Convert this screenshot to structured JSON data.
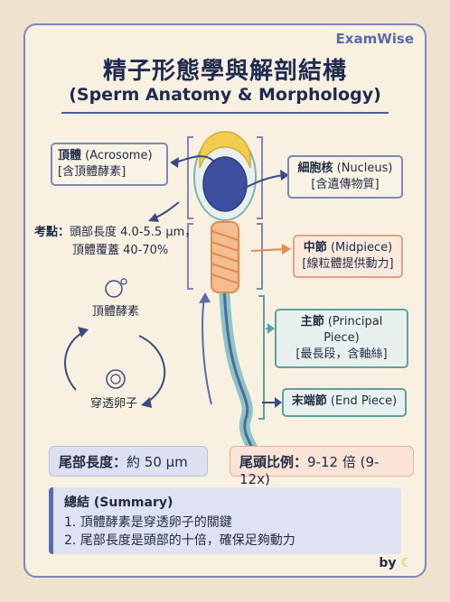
{
  "brand": "ExamWise",
  "title_zh": "精子形態學與解剖結構",
  "title_en": "(Sperm Anatomy & Morphology)",
  "labels": {
    "acrosome": {
      "name": "頂體",
      "en": "(Acrosome)",
      "sub": "[含頂體酵素]"
    },
    "nucleus": {
      "name": "細胞核",
      "en": "(Nucleus)",
      "sub": "[含遺傳物質]"
    },
    "midpiece": {
      "name": "中節",
      "en": "(Midpiece)",
      "sub": "[線粒體提供動力]"
    },
    "principal": {
      "name": "主節",
      "en": "(Principal Piece)",
      "sub": "[最長段，含軸絲]"
    },
    "end": {
      "name": "末端節",
      "en": "(End Piece)"
    }
  },
  "note": {
    "label": "考點：",
    "line1": "頭部長度 4.0-5.5 µm，",
    "line2": "頂體覆蓋 40-70%"
  },
  "cycle": {
    "top": "頂體酵素",
    "bottom": "穿透卵子"
  },
  "tail_length": {
    "label": "尾部長度：",
    "value": "約 50 µm"
  },
  "ratio": {
    "label": "尾頭比例：",
    "value": "9-12 倍 (9-12x)"
  },
  "summary": {
    "title": "總結 (Summary)",
    "items": [
      "1. 頂體酵素是穿透卵子的關鍵",
      "2. 尾部長度是頭部的十倍，確保足夠動力"
    ]
  },
  "byline": "by",
  "colors": {
    "border": "#7f86b8",
    "nucleus": "#3f4fa0",
    "acrosome": "#f2cc4e",
    "midpiece": "#f0a46a",
    "tail": "#8fc3c4"
  }
}
